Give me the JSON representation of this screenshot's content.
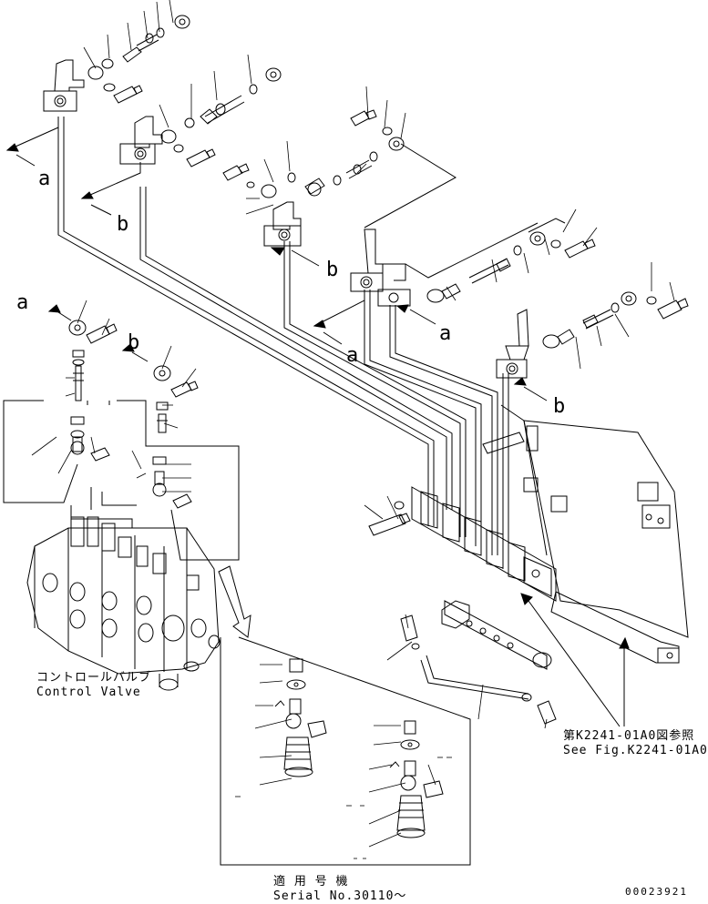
{
  "callouts": {
    "a1": "a",
    "b1": "b",
    "b2": "b",
    "a2": "a",
    "a3": "a",
    "b3": "b",
    "a4": "a",
    "b4": "b"
  },
  "control_valve": {
    "label_jp": "コントロールバルブ",
    "label_en": "Control Valve"
  },
  "reference": {
    "label_jp": "第K2241-01A0図参照",
    "label_en": "See Fig.K2241-01A0"
  },
  "serial": {
    "label_jp": "適 用 号 機",
    "label_en": "Serial No.30110～"
  },
  "drawing_number": "00023921"
}
